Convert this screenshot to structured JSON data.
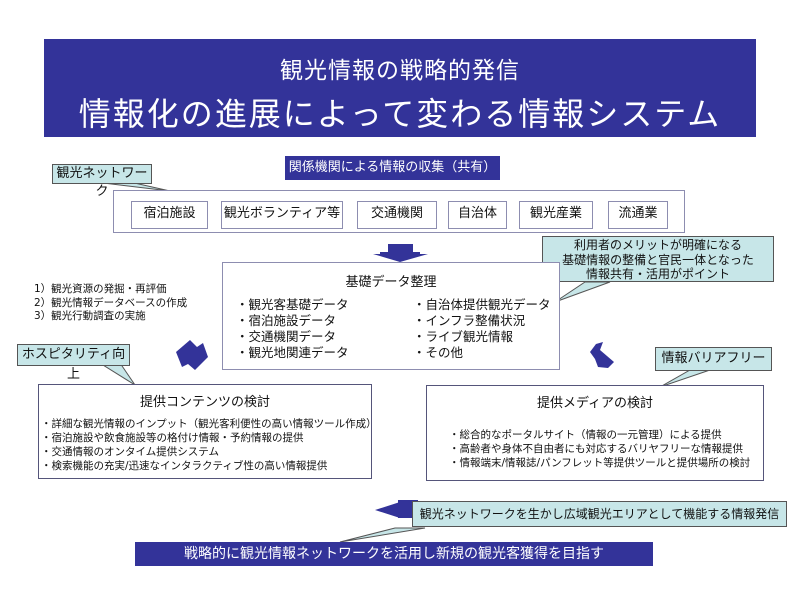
{
  "header": {
    "subtitle": "観光情報の戦略的発信",
    "title": "情報化の進展によって変わる情報システム"
  },
  "colors": {
    "accent": "#333399",
    "callout": "#c7e6e8",
    "border": "#8d8db0"
  },
  "network": {
    "callout": "観光ネットワーク",
    "band": "関係機関による情報の収集（共有）",
    "institutions": [
      "宿泊施設",
      "観光ボランティア等",
      "交通機関",
      "自治体",
      "観光産業",
      "流通業"
    ]
  },
  "merit_callout": {
    "lines": [
      "利用者のメリットが明確になる",
      "基礎情報の整備と官民一体となった",
      "情報共有・活用がポイント"
    ]
  },
  "left_notes": [
    "1）観光資源の発掘・再評価",
    "2）観光情報データベースの作成",
    "3）観光行動調査の実施"
  ],
  "basic_data": {
    "title": "基礎データ整理",
    "left": [
      "・観光客基礎データ",
      "・宿泊施設データ",
      "・交通機関データ",
      "・観光地関連データ"
    ],
    "right": [
      "・自治体提供観光データ",
      "・インフラ整備状況",
      "・ライブ観光情報",
      "・その他"
    ]
  },
  "hospitality_callout": "ホスピタリティ向上",
  "barrier_callout": "情報バリアフリー",
  "contents": {
    "title": "提供コンテンツの検討",
    "items": [
      "・詳細な観光情報のインプット（観光客利便性の高い情報ツール作成）",
      "・宿泊施設や飲食施設等の格付け情報・予約情報の提供",
      "・交通情報のオンタイム提供システム",
      "・検索機能の充実/迅速なインタラクティブ性の高い情報提供"
    ]
  },
  "media": {
    "title": "提供メディアの検討",
    "items": [
      "・総合的なポータルサイト（情報の一元管理）による提供",
      "・高齢者や身体不自由者にも対応するバリヤフリーな情報提供",
      "・情報端末/情報誌/パンフレット等提供ツールと提供場所の検討"
    ]
  },
  "area_callout": "観光ネットワークを生かし広域観光エリアとして機能する情報発信",
  "bottom_band": "戦略的に観光情報ネットワークを活用し新規の観光客獲得を目指す"
}
